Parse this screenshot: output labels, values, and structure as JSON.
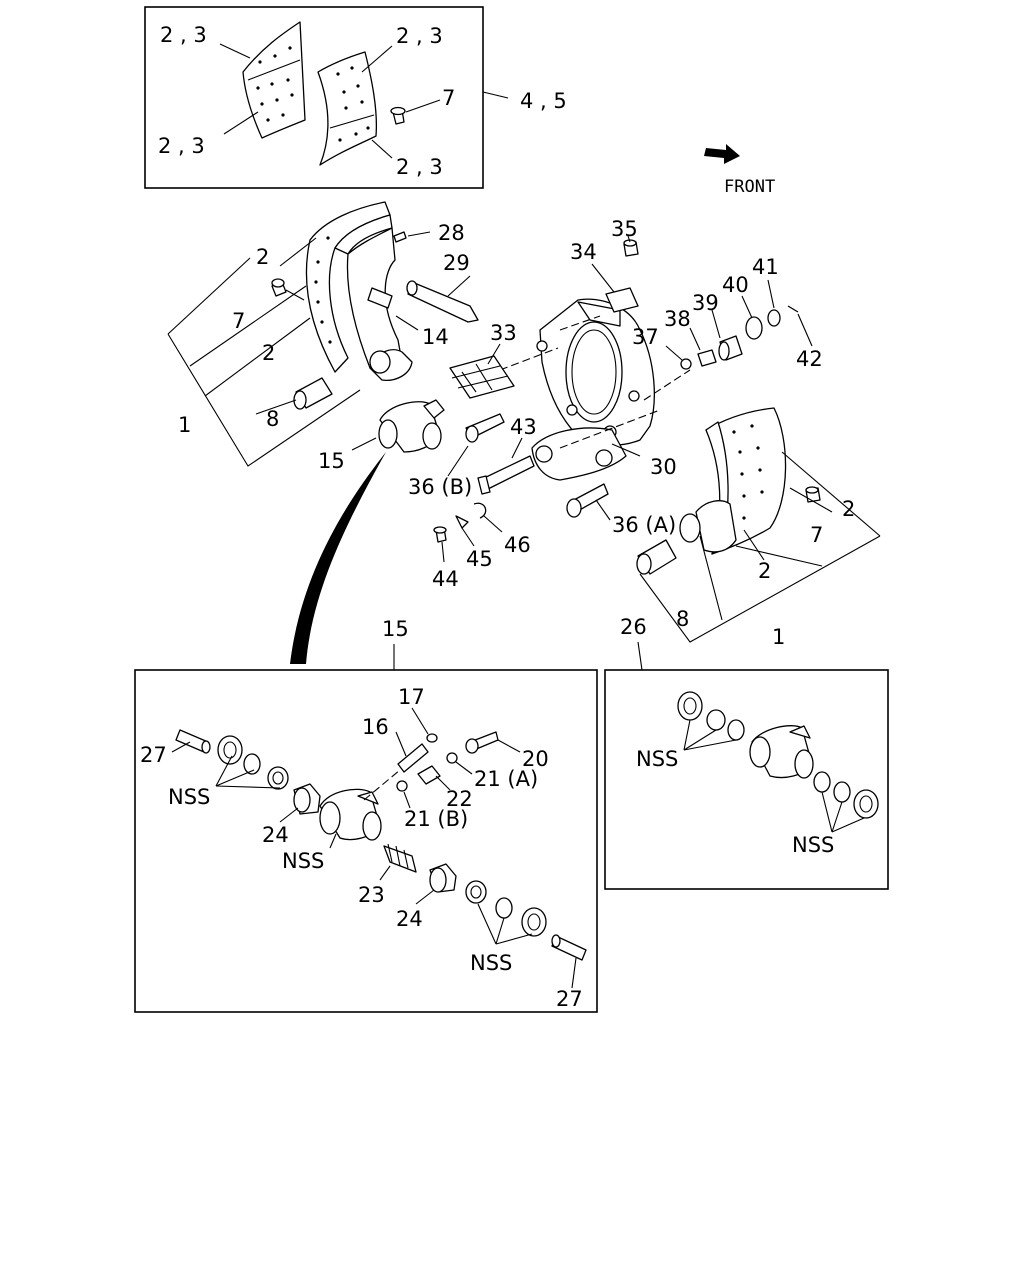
{
  "labels": {
    "box_top_tl": "2 , 3",
    "box_top_tr": "2 , 3",
    "box_top_bl": "2 , 3",
    "box_top_br": "2 , 3",
    "box_top_7": "7",
    "kit_45": "4 , 5",
    "front": "FRONT",
    "l2_a": "2",
    "l28": "28",
    "l29": "29",
    "l7_a": "7",
    "l2_b": "2",
    "l14": "14",
    "l1_a": "1",
    "l8_a": "8",
    "l15_a": "15",
    "l35": "35",
    "l34": "34",
    "l41": "41",
    "l40": "40",
    "l39": "39",
    "l38": "38",
    "l37": "37",
    "l42": "42",
    "l33": "33",
    "l43": "43",
    "l30": "30",
    "l36b": "36 (B)",
    "l36a": "36 (A)",
    "l46": "46",
    "l45": "45",
    "l44": "44",
    "l2_c": "2",
    "l7_b": "7",
    "l2_d": "2",
    "l8_b": "8",
    "l1_b": "1",
    "l15_b": "15",
    "l26": "26",
    "l17": "17",
    "l16": "16",
    "l27_a": "27",
    "l20": "20",
    "l21a": "21 (A)",
    "l22": "22",
    "l21b": "21 (B)",
    "nss_a": "NSS",
    "l24_a": "24",
    "nss_b": "NSS",
    "l23": "23",
    "l24_b": "24",
    "nss_c": "NSS",
    "l27_b": "27",
    "nss_d": "NSS",
    "nss_e": "NSS"
  },
  "colors": {
    "ink": "#000000",
    "paper": "#ffffff"
  },
  "icons": {
    "front_arrow": "arrow-icon"
  }
}
